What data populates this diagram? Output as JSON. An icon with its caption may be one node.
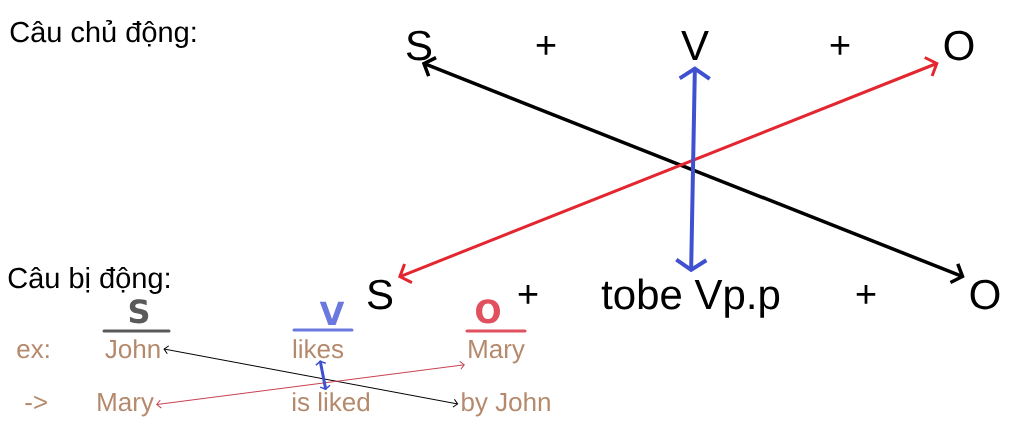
{
  "diagram": {
    "nodes": [
      {
        "text": [
          "S"
        ]
      },
      {
        "text": [
          "V"
        ]
      },
      {
        "text": [
          "O"
        ]
      },
      {
        "text": [
          "S"
        ]
      },
      {
        "text": [
          "tobe Vp.p"
        ]
      },
      {
        "text": [
          "O"
        ]
      },
      {
        "text": [
          "John"
        ]
      },
      {
        "text": [
          "likes"
        ]
      },
      {
        "text": [
          "Mary"
        ]
      },
      {
        "text": [
          "Mary"
        ]
      },
      {
        "text": [
          "is liked"
        ]
      },
      {
        "text": [
          "by John"
        ]
      }
    ],
    "edges": [
      {
        "from": 0,
        "to": 5,
        "arrow": "both"
      },
      {
        "from": 2,
        "to": 3,
        "arrow": "both",
        "color": "#e3262f"
      },
      {
        "from": 1,
        "to": 4,
        "arrow": "both",
        "color": "#3f51d1"
      },
      {
        "from": 6,
        "to": 11,
        "arrow": "both"
      },
      {
        "from": 8,
        "to": 9,
        "arrow": "both",
        "color": "#c8404f"
      },
      {
        "from": 7,
        "to": 10,
        "arrow": "both",
        "color": "#3f51d1"
      }
    ],
    "labels": [
      "Câu chủ động:",
      "+",
      "+",
      "Câu bị động:",
      "+",
      "+",
      "S",
      "V",
      "O",
      "ex:",
      "->"
    ]
  }
}
